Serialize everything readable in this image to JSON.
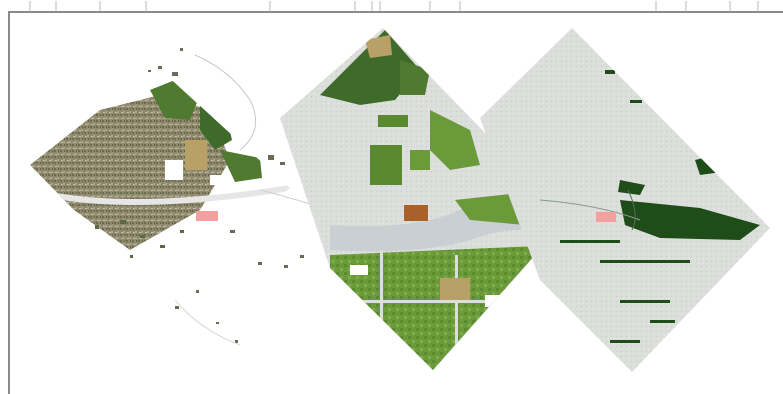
{
  "figure": {
    "panels": [
      {
        "id": "aerial-photo",
        "kind": "orthophoto"
      },
      {
        "id": "land-cover-classification",
        "kind": "classified-map"
      },
      {
        "id": "change-detection",
        "kind": "binary-map"
      }
    ],
    "colors": {
      "frame": "#8a8a8a",
      "urban": "#8f8a6f",
      "vegetation_dark": "#3f6b2a",
      "vegetation_mid": "#6a9a3a",
      "vegetation_light": "#8fb85a",
      "field_tan": "#b9a067",
      "bare_light": "#dcdedb",
      "water": "#c9cfd3",
      "change_dark": "#1f4d1a",
      "highlight_marker": "#f2a0a0"
    }
  }
}
